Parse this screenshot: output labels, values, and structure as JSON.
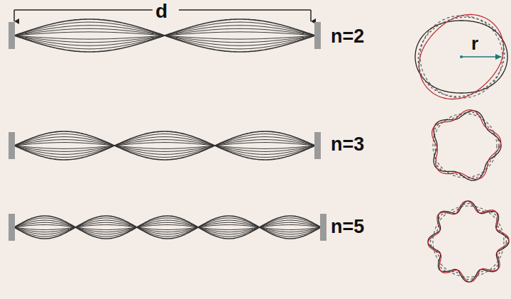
{
  "diagram": {
    "labels": [
      "d",
      "n=2",
      "n=3",
      "n=5",
      "r"
    ]
  }
}
